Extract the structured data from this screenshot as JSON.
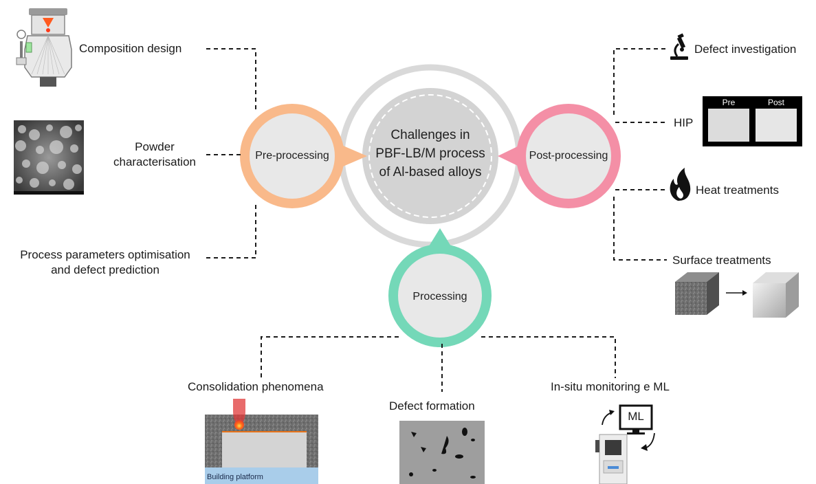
{
  "center": {
    "line1": "Challenges in",
    "line2": "PBF-LB/M process",
    "line3": "of Al-based alloys"
  },
  "stages": {
    "pre": "Pre-processing",
    "post": "Post-processing",
    "processing": "Processing"
  },
  "pre_items": {
    "composition": "Composition design",
    "powder_1": "Powder",
    "powder_2": "characterisation",
    "params_1": "Process parameters optimisation",
    "params_2": "and defect prediction"
  },
  "post_items": {
    "defect_investigation": "Defect investigation",
    "hip": "HIP",
    "hip_pre": "Pre",
    "hip_post": "Post",
    "heat": "Heat treatments",
    "surface": "Surface treatments"
  },
  "processing_items": {
    "consolidation": "Consolidation phenomena",
    "building_platform": "Building platform",
    "defect_formation": "Defect formation",
    "insitu": "In-situ monitoring e ML",
    "ml": "ML"
  },
  "colors": {
    "pre": "#f9b98a",
    "post": "#f48fa6",
    "processing": "#74d8b8",
    "inner_fill": "#e8e8e8",
    "center_fill": "#d3d3d3",
    "outer_ring": "#d9d9d9"
  }
}
